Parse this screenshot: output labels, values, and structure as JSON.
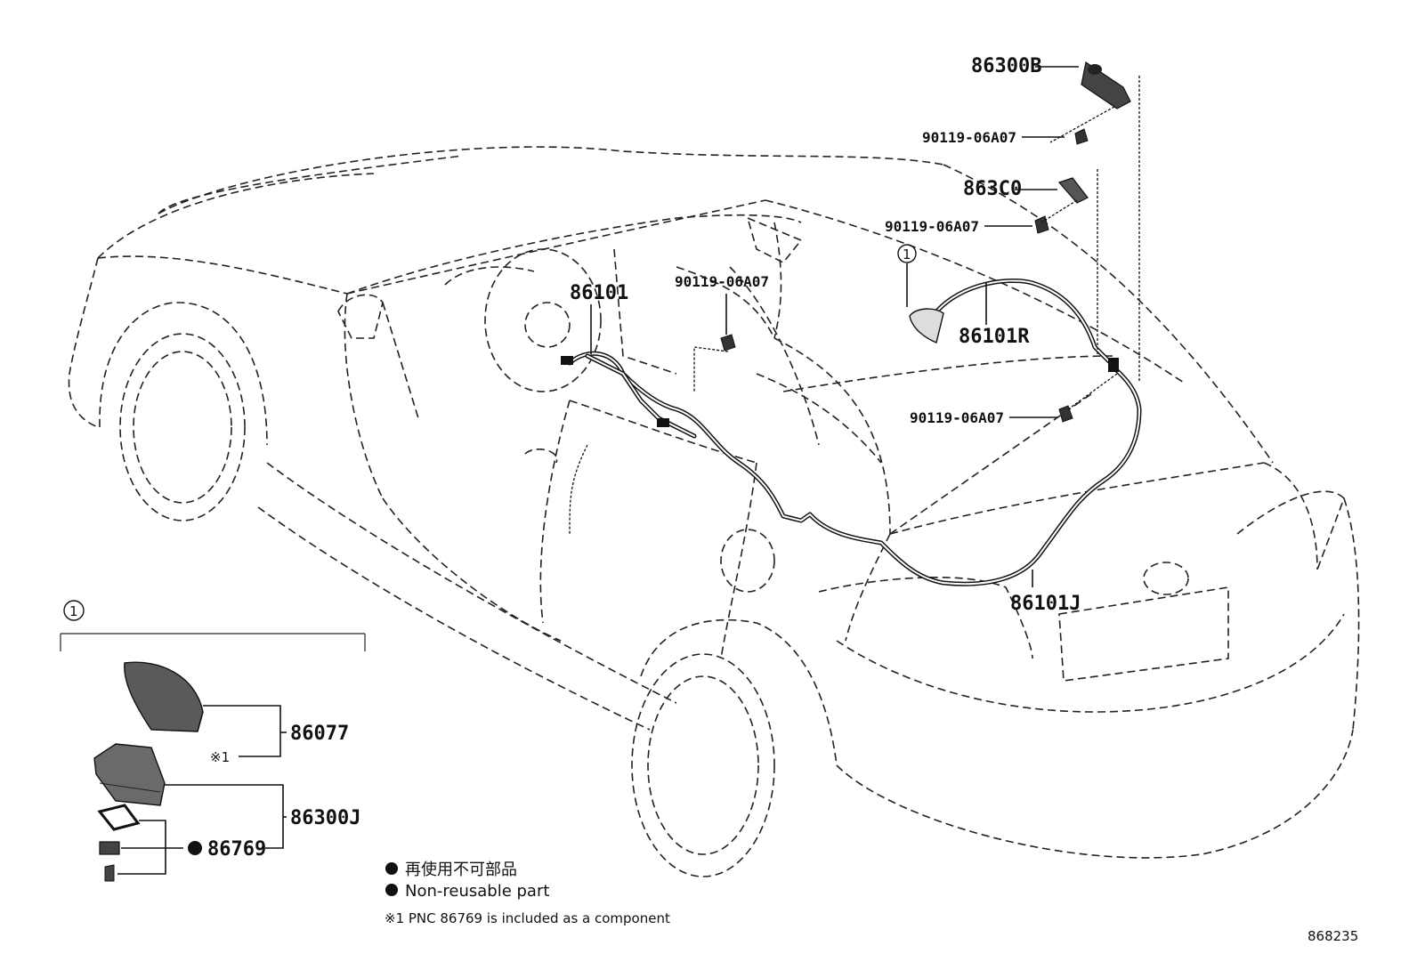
{
  "callouts": {
    "p86300B": "86300B",
    "p90119_a": "90119-06A07",
    "p863C0": "863C0",
    "p90119_b": "90119-06A07",
    "p90119_c": "90119-06A07",
    "p86101": "86101",
    "p86101R": "86101R",
    "p90119_d": "90119-06A07",
    "p86101J": "86101J",
    "p86077": "86077",
    "p86300J": "86300J",
    "p86769": "86769"
  },
  "markers": {
    "circle_ref": "1",
    "detail_ref": "1",
    "asterisk_ref": "※1"
  },
  "legend": {
    "jp_text": "再使用不可部品",
    "en_text": "Non-reusable part",
    "footnote": "※1 PNC 86769 is included as a component"
  },
  "figure_id": "868235"
}
